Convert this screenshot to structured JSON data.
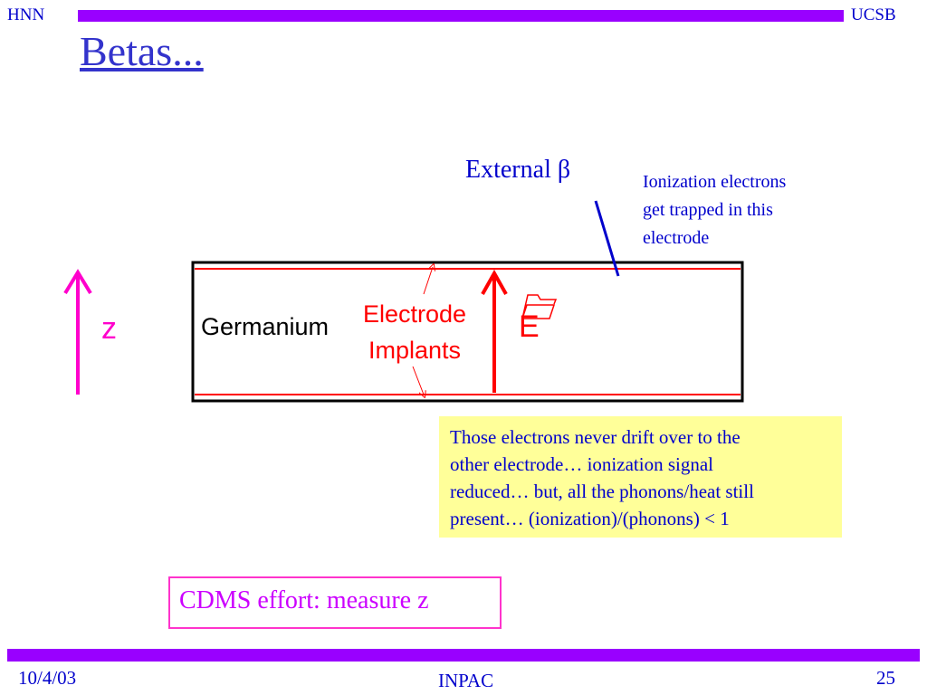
{
  "header": {
    "left_label": "HNN",
    "right_label": "UCSB",
    "title": "Betas..."
  },
  "diagram": {
    "external_beta": "External β",
    "ionization_note": [
      "Ionization electrons",
      "get trapped in this",
      "electrode"
    ],
    "germanium_label": "Germanium",
    "electrode_implants": [
      "Electrode",
      "Implants"
    ],
    "z_label": "z",
    "e_label": "E",
    "e_vector_glyph": ""
  },
  "yellow_box": {
    "lines": [
      "Those electrons never drift over to the",
      "other electrode… ionization signal",
      "reduced… but, all the phonons/heat still",
      "present… (ionization)/(phonons) < 1"
    ]
  },
  "pink_box": {
    "text": "CDMS effort: measure z"
  },
  "footer": {
    "date": "10/4/03",
    "center": "INPAC",
    "page_number": "25"
  },
  "colors": {
    "bar": "#9900ff",
    "text_blue": "#0000cc",
    "red": "#ff0000",
    "magenta": "#ff00cc",
    "yellow_box": "#ffff99"
  }
}
